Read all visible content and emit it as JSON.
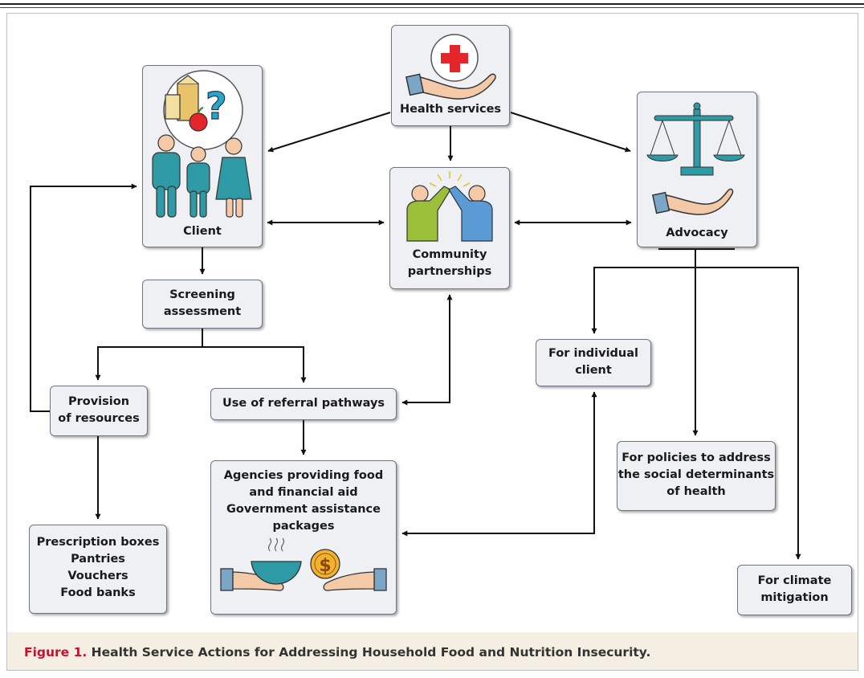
{
  "nodes": {
    "health_services": "Health services",
    "client": "Client",
    "community": [
      "Community",
      "partnerships"
    ],
    "advocacy": "Advocacy",
    "screening": [
      "Screening",
      "assessment"
    ],
    "provision": [
      "Provision",
      "of resources"
    ],
    "referral": "Use of referral pathways",
    "agencies": [
      "Agencies providing food",
      "and financial aid",
      "Government assistance",
      "packages"
    ],
    "prescription": [
      "Prescription boxes",
      "Pantries",
      "Vouchers",
      "Food banks"
    ],
    "individual": [
      "For individual",
      "client"
    ],
    "policies": [
      "For policies to address",
      "the social determinants",
      "of health"
    ],
    "climate": [
      "For climate",
      "mitigation"
    ]
  },
  "icons": {
    "health": "hand-holding-red-cross-icon",
    "client": "family-with-food-question-icon",
    "community": "high-five-people-icon",
    "advocacy": "scales-of-justice-hand-icon",
    "agencies": "hands-giving-bowl-and-coin-icon"
  },
  "colors": {
    "box_fill": "#eef0f3",
    "box_border": "#6f7680",
    "people_teal": "#2e9aa6",
    "red_cross": "#e3262c",
    "caption_bg": "#f4efe2",
    "caption_figure": "#c8102e"
  },
  "caption": {
    "figure_label": "Figure 1.",
    "text": "Health Service Actions for Addressing Household Food and Nutrition Insecurity."
  }
}
